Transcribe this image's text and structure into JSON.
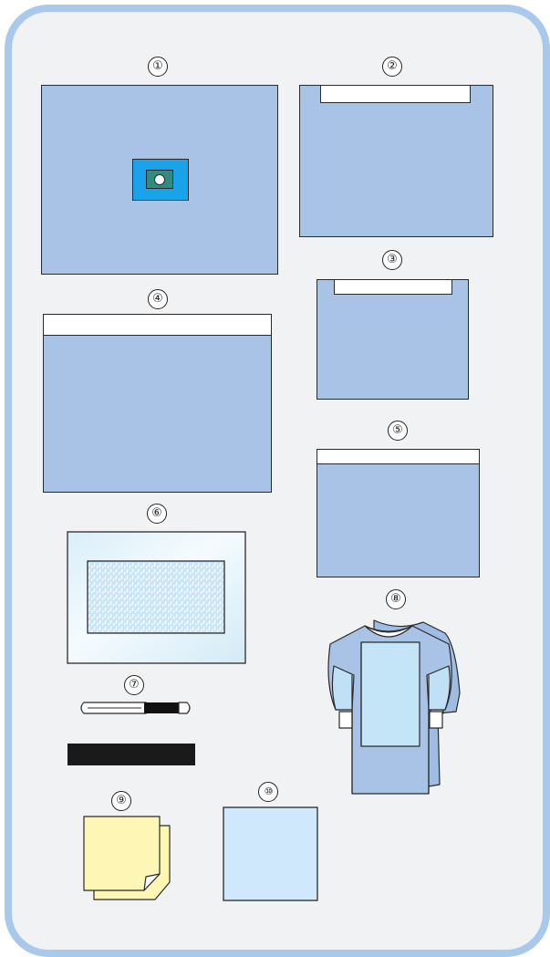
{
  "items": [
    {
      "label": "①",
      "name": "fenestrated drape"
    },
    {
      "label": "②",
      "name": "drape with adhesive strip"
    },
    {
      "label": "③",
      "name": "small drape with adhesive strip"
    },
    {
      "label": "④",
      "name": "large drape with adhesive strip"
    },
    {
      "label": "⑤",
      "name": "medium drape with adhesive strip"
    },
    {
      "label": "⑥",
      "name": "incise film"
    },
    {
      "label": "⑦",
      "name": "marker pen and ruler"
    },
    {
      "label": "⑧",
      "name": "surgical gowns"
    },
    {
      "label": "⑨",
      "name": "paper towels"
    },
    {
      "label": "⑩",
      "name": "towel"
    }
  ],
  "colors": {
    "frame_border": "#a8c8ec",
    "background": "#f1f2f4",
    "drape_blue": "#a9c3e6",
    "fenestration_cyan": "#1aa3e8",
    "fenestration_teal": "#2e8c80",
    "towel_blue": "#cfe8fb",
    "paper_yellow": "#fdf6b4",
    "ruler_black": "#1a1a1a"
  }
}
